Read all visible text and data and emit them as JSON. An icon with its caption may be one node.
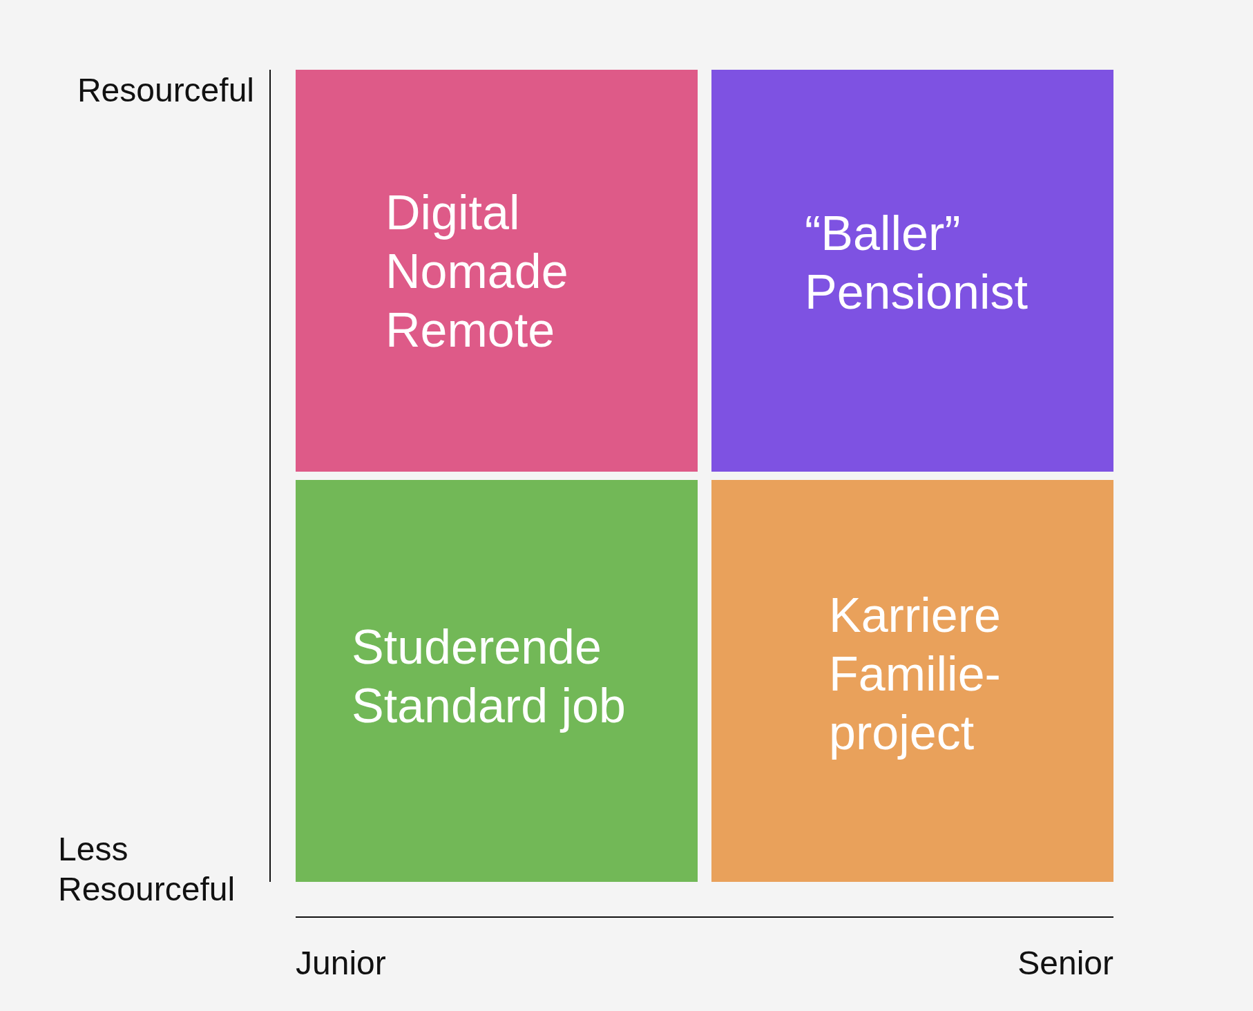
{
  "diagram": {
    "nodes": [
      {
        "text": [
          "Digital Nomade",
          "Remote"
        ]
      },
      {
        "text": [
          "“Baller” Pensionist"
        ]
      },
      {
        "text": [
          "Studerende",
          "Standard job"
        ]
      },
      {
        "text": [
          "Karriere",
          "Familie-project"
        ]
      }
    ],
    "labels": [
      "Resourceful",
      "Less Resourceful",
      "Junior",
      "Senior"
    ]
  }
}
